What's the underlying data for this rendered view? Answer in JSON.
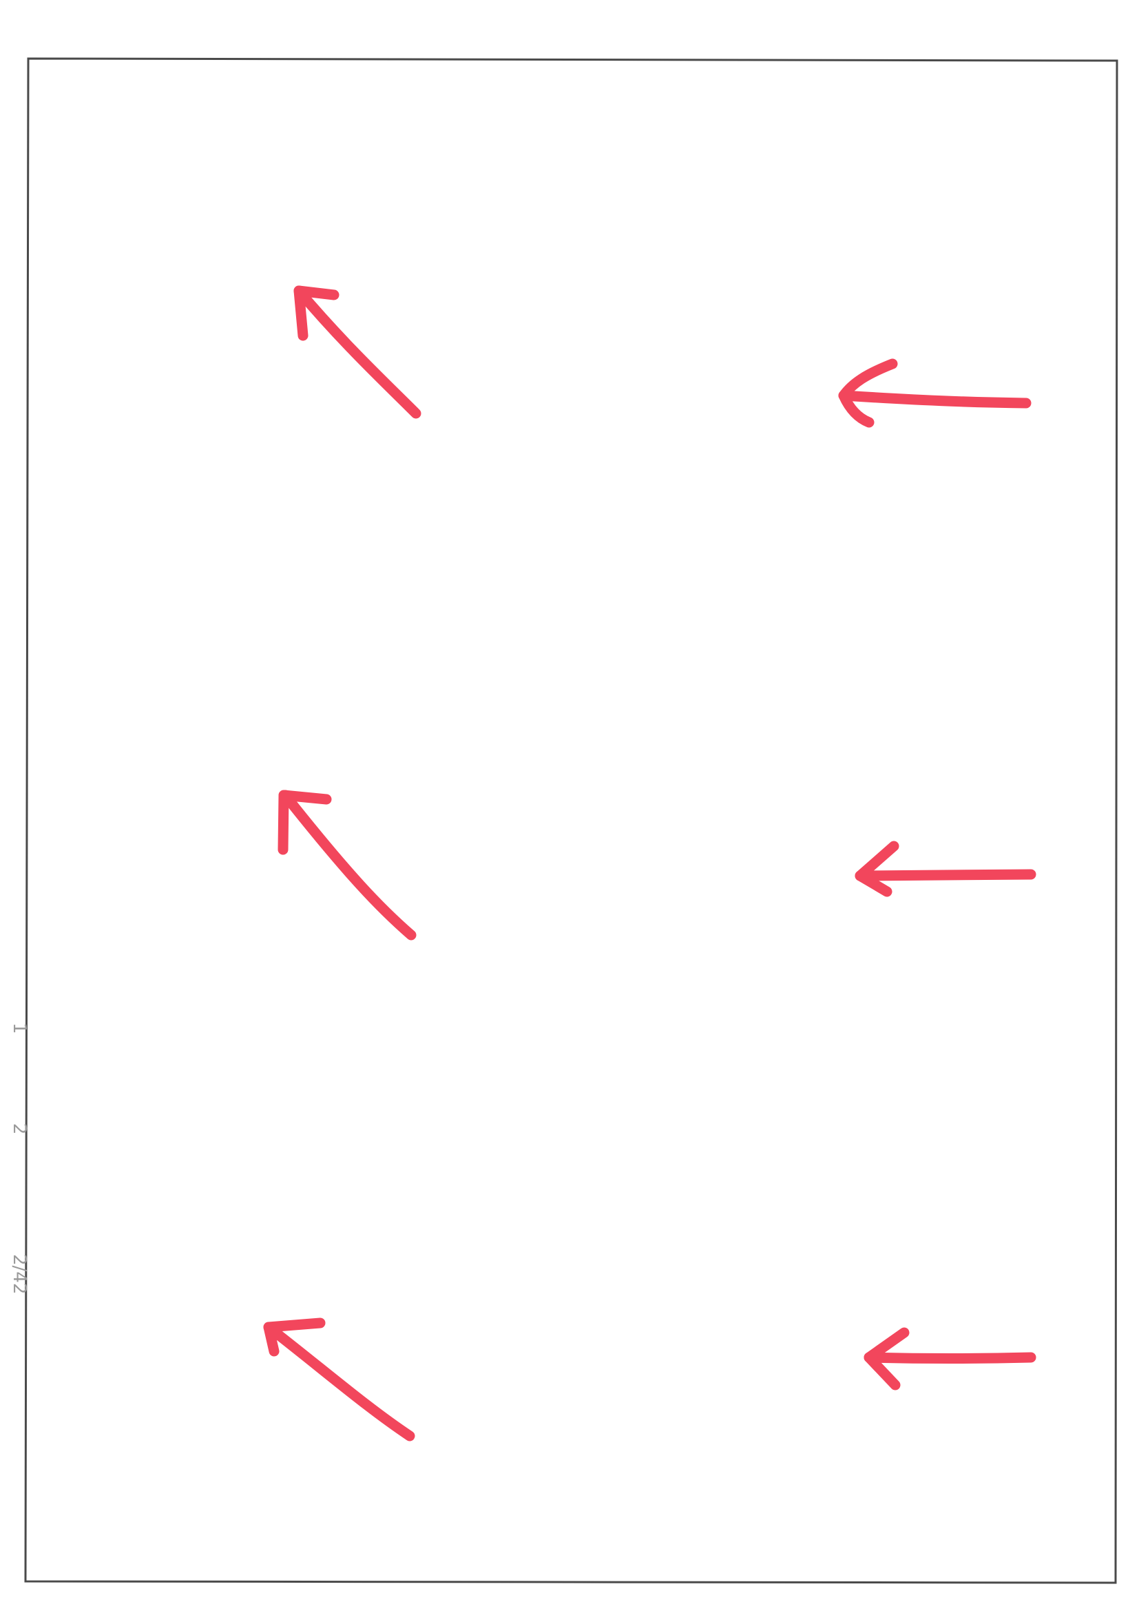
{
  "page": {
    "background": "#ffffff",
    "border_color": "#4a4a4a",
    "arrow_color": "#f2465c"
  },
  "margin_marks": {
    "mark_1": "1",
    "mark_2": "2",
    "mark_3": "2/42"
  },
  "arrows": [
    {
      "direction": "up-left",
      "icon": "arrow-up-left-icon"
    },
    {
      "direction": "left",
      "icon": "arrow-left-icon"
    },
    {
      "direction": "up-left",
      "icon": "arrow-up-left-icon"
    },
    {
      "direction": "left",
      "icon": "arrow-left-icon"
    },
    {
      "direction": "up-left",
      "icon": "arrow-up-left-icon"
    },
    {
      "direction": "left",
      "icon": "arrow-left-icon"
    }
  ]
}
